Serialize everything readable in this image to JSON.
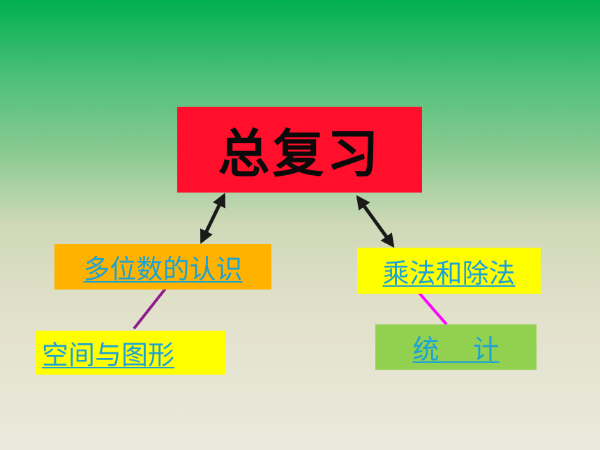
{
  "title": "总复习",
  "topics": {
    "multi_digit": "多位数的认识",
    "mult_div": "乘法和除法",
    "space_shape": "空间与图形",
    "statistics": "统    计"
  },
  "colors": {
    "title_box": "#ff0f2c",
    "multi_digit_box": "#ffb300",
    "mult_div_box": "#ffff00",
    "space_shape_box": "#ffff00",
    "statistics_box": "#92d050",
    "link_text": "#1aa2d6",
    "arrow": "#1a1a1a",
    "line_left": "#8e1a8e",
    "line_right": "#ff00ff"
  }
}
